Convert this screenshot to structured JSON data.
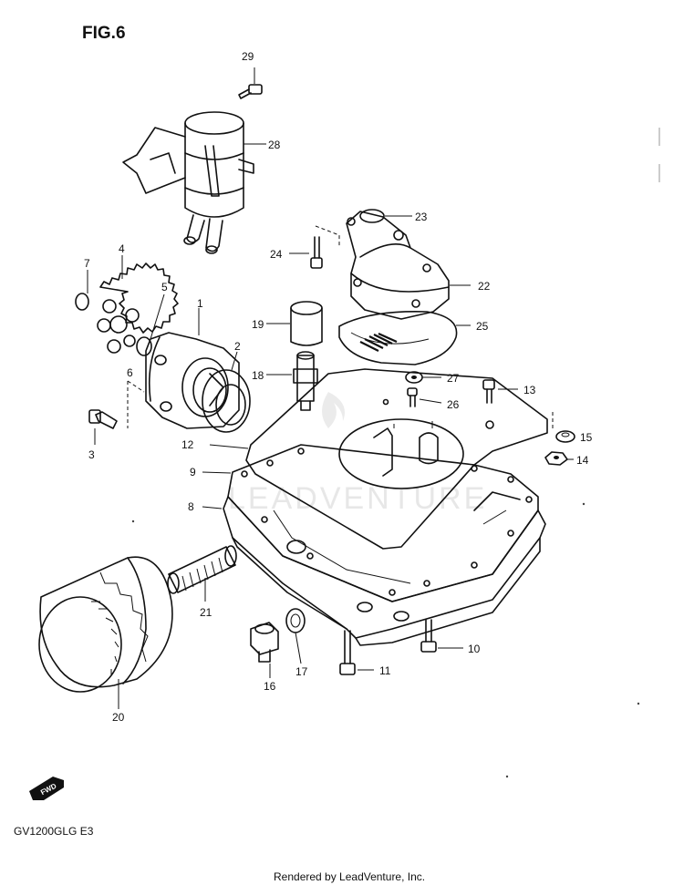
{
  "figure": {
    "title": "FIG.6",
    "model_code": "GV1200GLG  E3",
    "credit": "Rendered by LeadVenture, Inc.",
    "watermark": "LEADVENTURE",
    "fwd_badge": "FWD"
  },
  "callouts": [
    {
      "id": "1",
      "label": "1"
    },
    {
      "id": "2",
      "label": "2"
    },
    {
      "id": "3",
      "label": "3"
    },
    {
      "id": "4",
      "label": "4"
    },
    {
      "id": "5",
      "label": "5"
    },
    {
      "id": "6",
      "label": "6"
    },
    {
      "id": "7",
      "label": "7"
    },
    {
      "id": "8",
      "label": "8"
    },
    {
      "id": "9",
      "label": "9"
    },
    {
      "id": "10",
      "label": "10"
    },
    {
      "id": "11",
      "label": "11"
    },
    {
      "id": "12",
      "label": "12"
    },
    {
      "id": "13",
      "label": "13"
    },
    {
      "id": "14",
      "label": "14"
    },
    {
      "id": "15",
      "label": "15"
    },
    {
      "id": "16",
      "label": "16"
    },
    {
      "id": "17",
      "label": "17"
    },
    {
      "id": "18",
      "label": "18"
    },
    {
      "id": "19",
      "label": "19"
    },
    {
      "id": "20",
      "label": "20"
    },
    {
      "id": "21",
      "label": "21"
    },
    {
      "id": "22",
      "label": "22"
    },
    {
      "id": "23",
      "label": "23"
    },
    {
      "id": "24",
      "label": "24"
    },
    {
      "id": "25",
      "label": "25"
    },
    {
      "id": "26",
      "label": "26"
    },
    {
      "id": "27",
      "label": "27"
    },
    {
      "id": "28",
      "label": "28"
    },
    {
      "id": "29",
      "label": "29"
    }
  ]
}
